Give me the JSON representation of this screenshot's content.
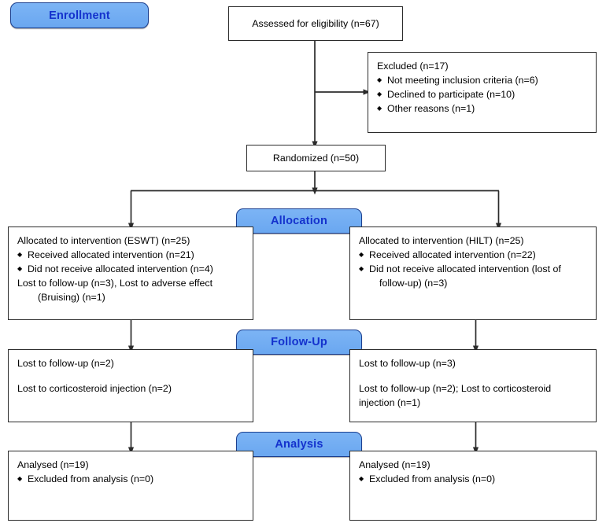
{
  "diagram": {
    "title": "CONSORT participant flow diagram",
    "colors": {
      "badge_fill": "#6ea9f1",
      "badge_border": "#1b3f8f",
      "badge_text": "#1432cd",
      "box_border": "#2b2b2b",
      "box_fill": "#ffffff",
      "connector": "#2b2b2b",
      "text": "#000000"
    }
  },
  "stage_badges": {
    "enrollment": "Enrollment",
    "allocation": "Allocation",
    "followup": "Follow-Up",
    "analysis": "Analysis"
  },
  "enrollment": {
    "assessed": "Assessed for eligibility (n=67)",
    "excluded": {
      "heading": "Excluded (n=17)",
      "reasons": [
        "Not meeting inclusion criteria (n=6)",
        "Declined to participate (n=10)",
        "Other reasons (n=1)"
      ]
    },
    "randomized": "Randomized (n=50)"
  },
  "allocation": {
    "left": {
      "heading": "Allocated to intervention (ESWT) (n=25)",
      "bullets": [
        "Received allocated intervention (n=21)",
        "Did not receive allocated intervention (n=4)"
      ],
      "notes_line1": "Lost to follow-up (n=3), Lost to adverse effect",
      "notes_line2": "(Bruising) (n=1)"
    },
    "right": {
      "heading": "Allocated to intervention (HILT) (n=25)",
      "bullets": [
        "Received allocated intervention (n=22)"
      ],
      "bullet_wrapped_line1": "Did not receive allocated intervention (lost of",
      "bullet_wrapped_line2": "follow-up) (n=3)"
    }
  },
  "followup": {
    "left": {
      "line1": "Lost to follow-up (n=2)",
      "line2": "Lost to corticosteroid injection (n=2)"
    },
    "right": {
      "line1": "Lost to follow-up (n=3)",
      "line2a": "Lost to follow-up (n=2); Lost to corticosteroid",
      "line2b": "injection (n=1)"
    }
  },
  "analysis": {
    "left": {
      "heading": "Analysed (n=19)",
      "bullets": [
        "Excluded from analysis (n=0)"
      ]
    },
    "right": {
      "heading": "Analysed (n=19)",
      "bullets": [
        "Excluded from analysis (n=0)"
      ]
    }
  }
}
